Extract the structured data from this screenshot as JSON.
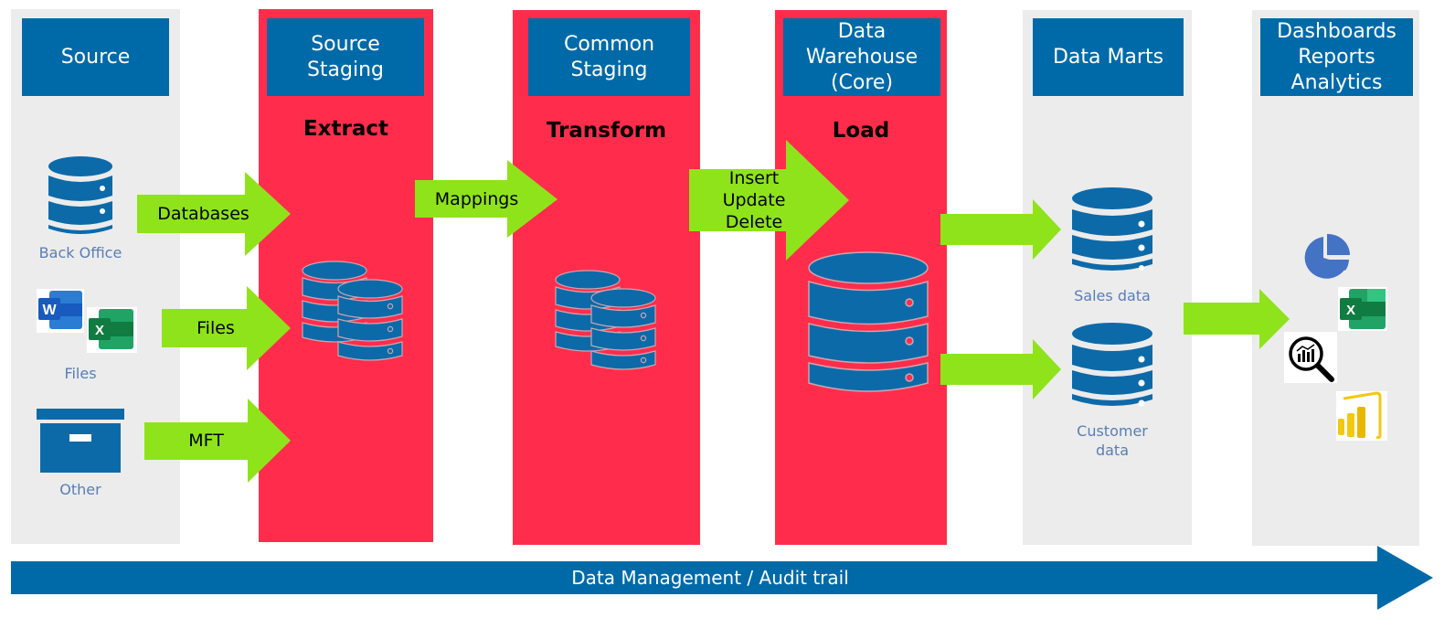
{
  "colors": {
    "header_blue": "#006aa9",
    "stage_red": "#ff2d4b",
    "lane_gray": "#ececec",
    "arrow_green": "#8fe31a",
    "icon_blue": "#0d6aa9",
    "label_blue": "#5a7db5"
  },
  "columns": [
    {
      "id": "source",
      "header": "Source"
    },
    {
      "id": "source-staging",
      "header": "Source\nStaging",
      "step": "Extract"
    },
    {
      "id": "common-staging",
      "header": "Common\nStaging",
      "step": "Transform"
    },
    {
      "id": "data-warehouse",
      "header": "Data\nWarehouse\n(Core)",
      "step": "Load"
    },
    {
      "id": "data-marts",
      "header": "Data Marts"
    },
    {
      "id": "dashboards",
      "header": "Dashboards\nReports\nAnalytics"
    }
  ],
  "sources": [
    {
      "label": "Back Office",
      "icon": "database-icon"
    },
    {
      "label": "Files",
      "icon": "office-files-icon"
    },
    {
      "label": "Other",
      "icon": "archive-box-icon"
    }
  ],
  "arrows": {
    "databases": "Databases",
    "files": "Files",
    "mft": "MFT",
    "mappings": "Mappings",
    "crud": "Insert\nUpdate\nDelete"
  },
  "data_marts": [
    {
      "label": "Sales data",
      "icon": "database-icon"
    },
    {
      "label": "Customer\ndata",
      "icon": "database-icon"
    }
  ],
  "outputs": [
    "pie-chart-icon",
    "excel-icon",
    "analytics-search-icon",
    "power-bi-icon"
  ],
  "banner": {
    "label": "Data Management / Audit trail"
  }
}
